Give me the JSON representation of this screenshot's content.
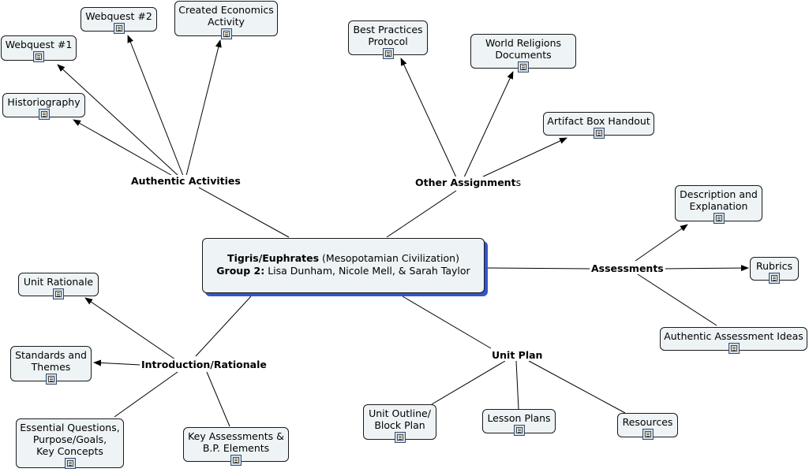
{
  "center": {
    "line1_bold": "Tigris/Euphrates",
    "line1_rest": " (Mesopotamian Civilization)",
    "line2_bold": "Group 2:",
    "line2_rest": " Lisa Dunham, Nicole Mell, & Sarah Taylor"
  },
  "linking_phrases": {
    "authentic": "Authentic Activities",
    "other_bold": "Other Assignment",
    "other_rest": "s",
    "assessments": "Assessments",
    "intro": "Introduction/Rationale",
    "unit_plan": "Unit Plan"
  },
  "concepts": {
    "webquest2": "Webquest #2",
    "economics": "Created Economics\nActivity",
    "webquest1": "Webquest #1",
    "historiography": "Historiography",
    "best_practices": "Best Practices\nProtocol",
    "world_religions": "World Religions\nDocuments",
    "artifact_box": "Artifact Box Handout",
    "description": "Description and\nExplanation",
    "rubrics": "Rubrics",
    "authentic_assessment": "Authentic Assessment Ideas",
    "unit_rationale": "Unit Rationale",
    "standards": "Standards and\nThemes",
    "essential": "Essential Questions,\nPurpose/Goals,\nKey Concepts",
    "key_assessments": "Key Assessments &\nB.P. Elements",
    "unit_outline": "Unit Outline/\nBlock Plan",
    "lesson_plans": "Lesson Plans",
    "resources": "Resources"
  },
  "icons": {
    "resource": "document-icon"
  },
  "colors": {
    "node_fill": "#eef3f5",
    "center_shadow": "#3355cc",
    "line": "#000000"
  }
}
